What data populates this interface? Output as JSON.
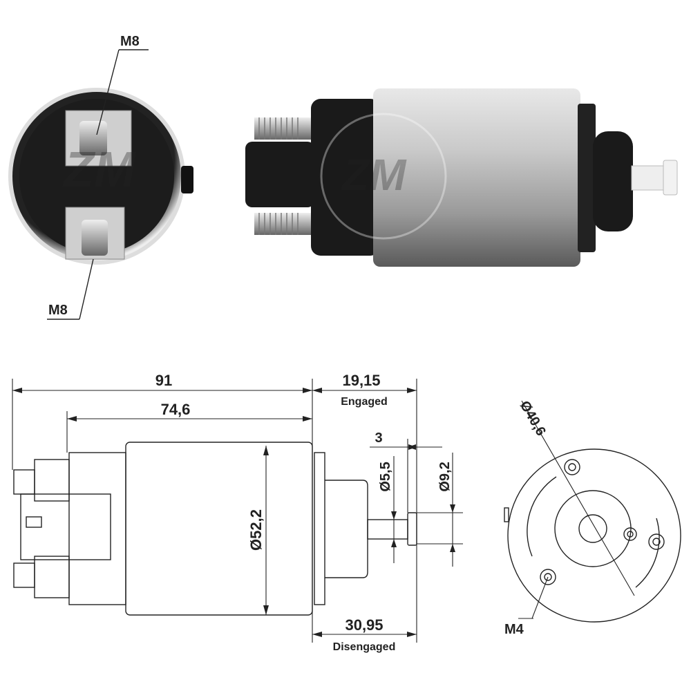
{
  "photo_labels": {
    "top_stud": "M8",
    "bottom_stud": "M8"
  },
  "watermark": "ZM",
  "dimensions": {
    "overall_length": "91",
    "body_length": "74,6",
    "engaged_travel": "19,15",
    "engaged_label": "Engaged",
    "disengaged_travel": "30,95",
    "disengaged_label": "Disengaged",
    "head_length": "3",
    "shaft_diameter": "Ø5,5",
    "head_diameter": "Ø9,2",
    "body_diameter": "Ø52,2",
    "bolt_circle": "Ø40,6",
    "mount_thread": "M4"
  },
  "colors": {
    "silver": "#b8b8b8",
    "black": "#1a1a1a",
    "line": "#222222"
  }
}
